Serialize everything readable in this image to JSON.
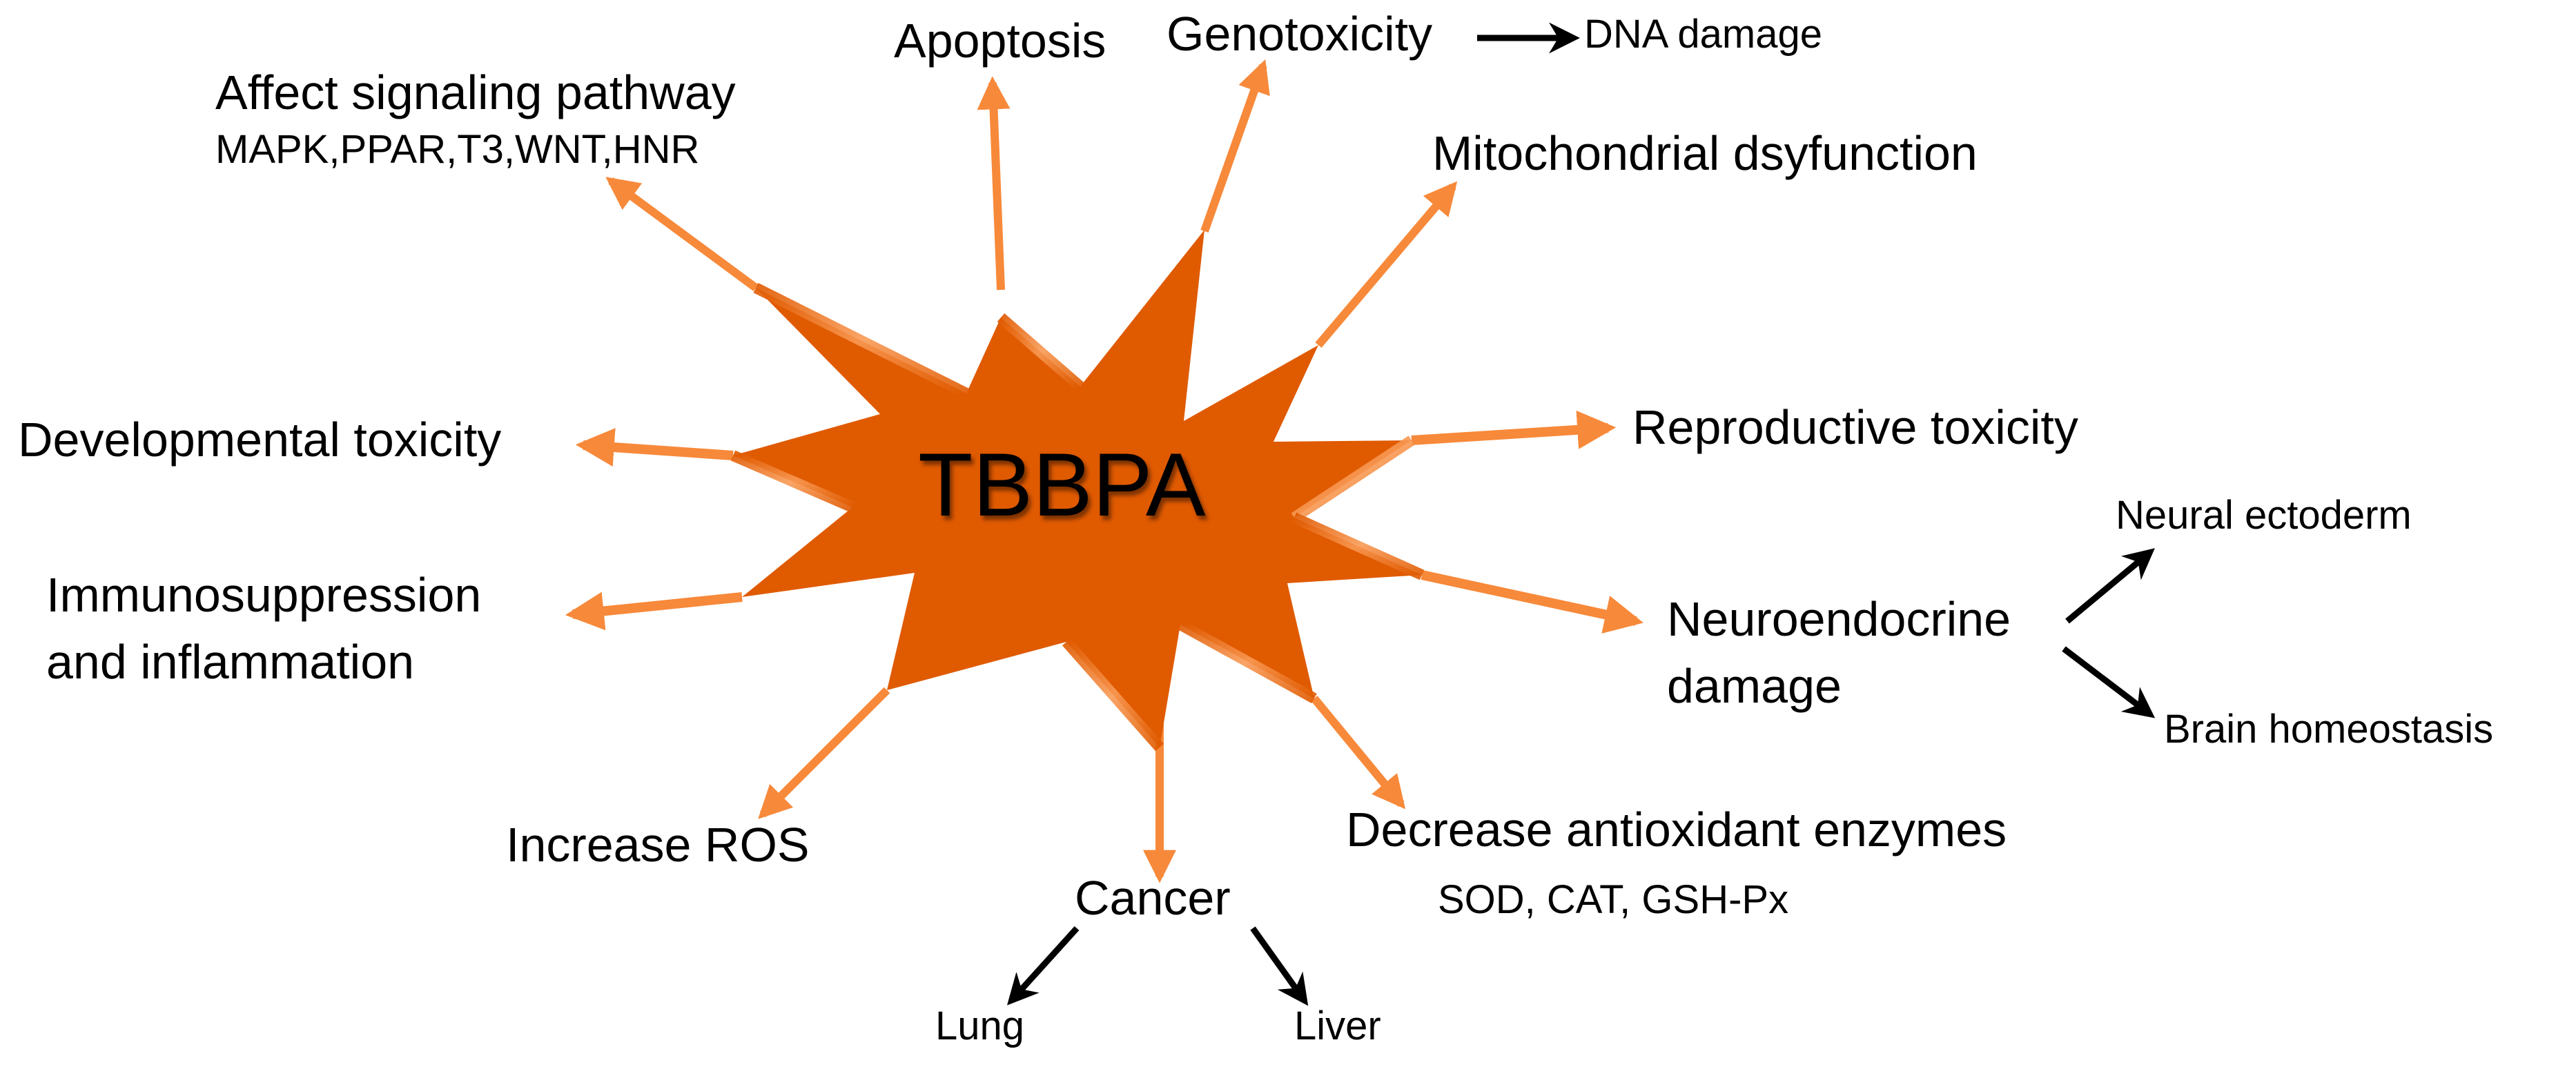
{
  "center": {
    "label": "TBBPA",
    "color": "#e05a00"
  },
  "colors": {
    "star_fill": "#e05a00",
    "arrow": "#f7893a",
    "secondary_arrow": "#000000"
  },
  "effects": [
    {
      "id": "signaling",
      "label": "Affect signaling pathway",
      "detail": "MAPK,PPAR,T3,WNT,HNR"
    },
    {
      "id": "apoptosis",
      "label": "Apoptosis"
    },
    {
      "id": "genotoxicity",
      "label": "Genotoxicity",
      "leads_to": [
        "DNA damage"
      ]
    },
    {
      "id": "mitochondrial",
      "label": "Mitochondrial dsyfunction"
    },
    {
      "id": "reproductive",
      "label": "Reproductive toxicity"
    },
    {
      "id": "neuroendocrine",
      "label_line1": "Neuroendocrine",
      "label_line2": "damage",
      "leads_to": [
        "Neural  ectoderm",
        "Brain  homeostasis"
      ]
    },
    {
      "id": "antioxidant",
      "label": "Decrease  antioxidant enzymes",
      "detail": "SOD, CAT, GSH-Px"
    },
    {
      "id": "cancer",
      "label": "Cancer",
      "leads_to": [
        "Lung",
        "Liver"
      ]
    },
    {
      "id": "ros",
      "label": "Increase ROS"
    },
    {
      "id": "immuno",
      "label_line1": "Immunosuppression",
      "label_line2": "and inflammation"
    },
    {
      "id": "developmental",
      "label": "Developmental toxicity"
    }
  ]
}
